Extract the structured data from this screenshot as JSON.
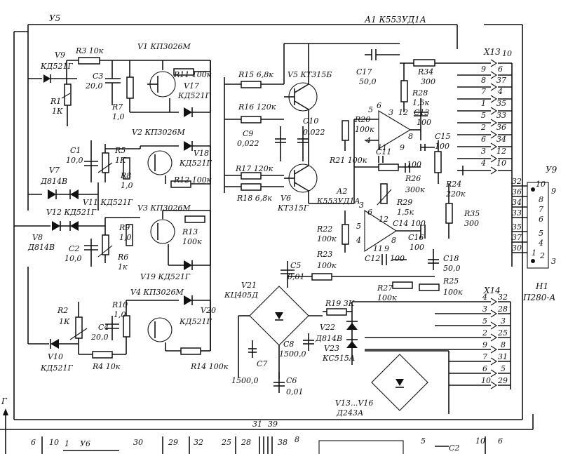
{
  "blocks": {
    "u5": "У5",
    "a1": "А1 К553УД1А",
    "a2": "А2",
    "a2_type": "К553УД1А",
    "u9": "У9",
    "h1": "Н1",
    "h1_type": "П280-А",
    "u6": "У6",
    "g": "Г"
  },
  "components": {
    "v9": "V9",
    "v9_type": "КД521Г",
    "r3": "R3 10к",
    "v1": "V1 КП3026М",
    "c3": "С3",
    "c3_val": "20,0",
    "r1": "R1",
    "r1_val": "1К",
    "r7": "R7",
    "r7_val": "1,0",
    "r11": "R11 100к",
    "v17": "V17",
    "v17_type": "КД521Г",
    "v2": "V2 КП3026М",
    "c1": "С1",
    "c1_val": "10,0",
    "r5": "R5",
    "r5_val": "1К",
    "r8": "R8",
    "r8_val": "1,0",
    "v18": "V18",
    "v18_type": "КД521Г",
    "v7": "V7",
    "v7_type": "Д814В",
    "v11": "V11 КД521Г",
    "v12": "V12 КД521Г",
    "r12": "R12 100к",
    "v3": "V3 КП3026М",
    "v8": "V8",
    "v8_type": "Д814В",
    "c2": "С2",
    "c2_val": "10,0",
    "r9": "R9",
    "r9_val": "1,0",
    "r6": "R6",
    "r6_val": "1к",
    "r13": "R13",
    "r13_val": "100к",
    "v19": "V19 КД521Г",
    "v4": "V4 КП3026М",
    "r10": "R10",
    "r10_val": "1,0",
    "r2": "R2",
    "r2_val": "1К",
    "c4": "С4",
    "c4_val": "20,0",
    "v20": "V20",
    "v20_type": "КД521Г",
    "v10": "V10",
    "v10_type": "КД521Г",
    "r4": "R4 10к",
    "r14": "R14 100к",
    "r15": "R15 6,8к",
    "v5": "V5 КТ315Б",
    "r16": "R16 120к",
    "c9": "С9",
    "c9_val": "0,022",
    "c10": "С10",
    "c10_val": "0,022",
    "r17": "R17 120к",
    "r18": "R18 6,8к",
    "v6": "V6",
    "v6_type": "КТ315Г",
    "c17": "С17",
    "c17_val": "50,0",
    "r34": "R34",
    "r34_val": "300",
    "r28": "R28",
    "r28_val": "1,5к",
    "c13": "С13",
    "c13_val": "100",
    "r20": "R20",
    "r20_val": "100к",
    "c15": "С15",
    "c15_val": "100",
    "c11": "С11",
    "r21": "R21 100к",
    "c_100a": "100",
    "r26": "R26",
    "r26_val": "300к",
    "r24": "R24",
    "r24_val": "220к",
    "r29": "R29",
    "r29_val": "1,5к",
    "c14": "С14 100",
    "r35": "R35",
    "r35_val": "300",
    "r22": "R22",
    "r22_val": "100к",
    "c16": "С16",
    "c16_val": "100",
    "r23": "R23",
    "r23_val": "100к",
    "c12": "С12",
    "c_100b": "100",
    "c18": "С18",
    "c18_val": "50,0",
    "r27": "R27",
    "r27_val": "100к",
    "r25": "R25",
    "r25_val": "100к",
    "c5": "С5",
    "c5_val": "0,01",
    "v21": "V21",
    "v21_type": "КЦ405Д",
    "r19": "R19 3К",
    "v22": "V22",
    "v22_type": "Д814В",
    "v23": "V23",
    "v23_type": "КС515А",
    "c8": "С8",
    "c8_val": "1500,0",
    "c7": "С7",
    "c7_val": "1500,0",
    "c6": "С6",
    "c6_val": "0,01",
    "v13": "V13...V16",
    "v13_type": "Д243А"
  },
  "connectors": {
    "x13": "Х13",
    "x13_pins": [
      {
        "a": "10",
        "b": ""
      },
      {
        "a": "9",
        "b": "6"
      },
      {
        "a": "8",
        "b": "37"
      },
      {
        "a": "7",
        "b": "4"
      },
      {
        "a": "1",
        "b": "35"
      },
      {
        "a": "5",
        "b": "33"
      },
      {
        "a": "2",
        "b": "36"
      },
      {
        "a": "6",
        "b": "34"
      },
      {
        "a": "3",
        "b": "12"
      },
      {
        "a": "4",
        "b": "10"
      }
    ],
    "x14": "Х14",
    "x14_pins": [
      {
        "a": "4",
        "b": "32"
      },
      {
        "a": "3",
        "b": "28"
      },
      {
        "a": "5",
        "b": "3"
      },
      {
        "a": "2",
        "b": "25"
      },
      {
        "a": "9",
        "b": "8"
      },
      {
        "a": "7",
        "b": "31"
      },
      {
        "a": "6",
        "b": "5"
      },
      {
        "a": "10",
        "b": "29"
      }
    ],
    "u9_left": [
      "32",
      "36",
      "34",
      "33",
      "35",
      "37",
      "30"
    ],
    "u9_right": [
      "10",
      "9",
      "8",
      "7",
      "6",
      "5",
      "4",
      "1",
      "2",
      "3"
    ]
  },
  "opamp_pins": {
    "a1_p5": "5",
    "a1_p6": "6",
    "a1_p3": "3",
    "a1_p4": "4",
    "a1_p8": "8",
    "a1_p11": "11",
    "a1_p9": "9",
    "a1_p12": "12",
    "a2_p3": "3",
    "a2_p6": "6",
    "a2_p5": "5",
    "a2_p4": "4",
    "a2_p11": "11",
    "a2_p9": "9",
    "a2_p8": "8",
    "a2_p12": "12"
  },
  "bottom": {
    "wire_31": "31",
    "wire_39": "39",
    "n6a": "6",
    "n10a": "10",
    "n1": "1",
    "n30": "30",
    "n29": "29",
    "n32": "32",
    "n25": "25",
    "n28": "28",
    "n38": "38",
    "n8": "8",
    "n5": "5",
    "n10b": "10",
    "n6b": "6",
    "c2b": "С2"
  }
}
